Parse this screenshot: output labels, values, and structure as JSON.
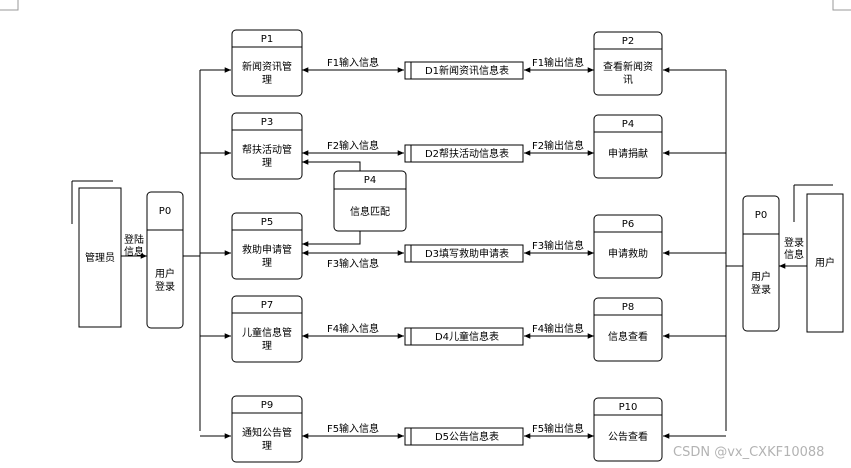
{
  "entities": {
    "admin": "管理员",
    "user": "用户"
  },
  "login_left": {
    "id": "P0",
    "name": [
      "用户",
      "登录"
    ],
    "flow": [
      "登陆",
      "信息"
    ]
  },
  "login_right": {
    "id": "P0",
    "name": [
      "用户",
      "登录"
    ],
    "flow": [
      "登录",
      "信息"
    ]
  },
  "rows": [
    {
      "left_id": "P1",
      "left_name": [
        "新闻资讯管",
        "理"
      ],
      "in_flow": "F1输入信息",
      "store": "D1新闻资讯信息表",
      "out_flow": "F1输出信息",
      "right_id": "P2",
      "right_name": [
        "查看新闻资",
        "讯"
      ]
    },
    {
      "left_id": "P3",
      "left_name": [
        "帮扶活动管",
        "理"
      ],
      "in_flow": "F2输入信息",
      "store": "D2帮扶活动信息表",
      "out_flow": "F2输出信息",
      "right_id": "P4",
      "right_name": [
        "申请捐献"
      ]
    },
    {
      "left_id": "P5",
      "left_name": [
        "救助申请管",
        "理"
      ],
      "in_flow": "F3输入信息",
      "store": "D3填写救助申请表",
      "out_flow": "F3输出信息",
      "right_id": "P6",
      "right_name": [
        "申请救助"
      ]
    },
    {
      "left_id": "P7",
      "left_name": [
        "儿童信息管",
        "理"
      ],
      "in_flow": "F4输入信息",
      "store": "D4儿童信息表",
      "out_flow": "F4输出信息",
      "right_id": "P8",
      "right_name": [
        "信息查看"
      ]
    },
    {
      "left_id": "P9",
      "left_name": [
        "通知公告管",
        "理"
      ],
      "in_flow": "F5输入信息",
      "store": "D5公告信息表",
      "out_flow": "F5输出信息",
      "right_id": "P10",
      "right_name": [
        "公告查看"
      ]
    }
  ],
  "match": {
    "id": "P4",
    "name": "信息匹配"
  },
  "watermark": "CSDN @vx_CXKF10088"
}
